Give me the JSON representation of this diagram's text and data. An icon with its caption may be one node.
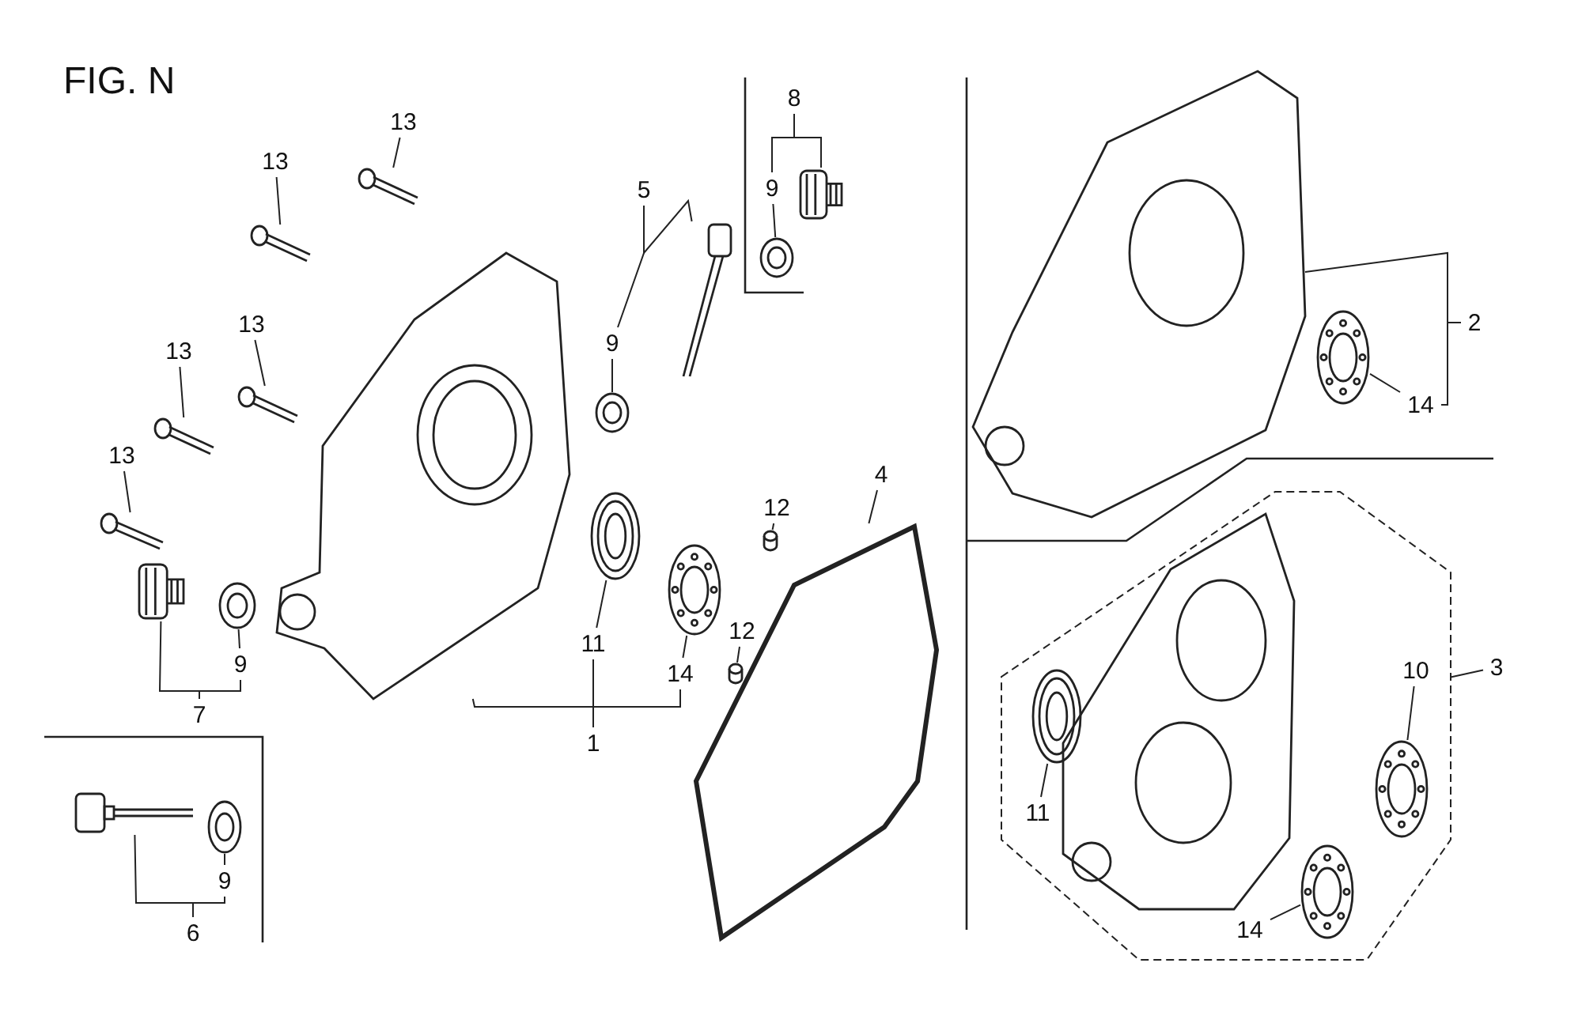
{
  "diagram": {
    "title": "FIG. N",
    "nodes": [
      {
        "text": [
          "13"
        ]
      },
      {
        "text": [],
        "shape": "picture"
      },
      {
        "text": [
          "13"
        ]
      },
      {
        "text": [],
        "shape": "picture"
      },
      {
        "text": [
          "13"
        ]
      },
      {
        "text": [],
        "shape": "picture"
      },
      {
        "text": [
          "13"
        ]
      },
      {
        "text": [],
        "shape": "picture"
      },
      {
        "text": [
          "13"
        ]
      },
      {
        "text": [],
        "shape": "picture"
      },
      {
        "text": [
          "5"
        ]
      },
      {
        "text": [],
        "shape": "picture"
      },
      {
        "text": [
          "9"
        ]
      },
      {
        "text": [],
        "shape": "picture"
      },
      {
        "text": [
          "8"
        ]
      },
      {
        "text": [],
        "shape": "picture"
      },
      {
        "text": [
          "9"
        ]
      },
      {
        "text": [],
        "shape": "picture"
      },
      {
        "text": [
          "7"
        ]
      },
      {
        "text": [],
        "shape": "picture"
      },
      {
        "text": [
          "9"
        ]
      },
      {
        "text": [],
        "shape": "picture"
      },
      {
        "text": [
          "6"
        ]
      },
      {
        "text": [],
        "shape": "picture"
      },
      {
        "text": [
          "9"
        ]
      },
      {
        "text": [],
        "shape": "picture"
      },
      {
        "text": [
          "1"
        ]
      },
      {
        "text": [],
        "shape": "picture"
      },
      {
        "text": [
          "11"
        ]
      },
      {
        "text": [],
        "shape": "picture"
      },
      {
        "text": [
          "14"
        ]
      },
      {
        "text": [],
        "shape": "picture"
      },
      {
        "text": [
          "12"
        ]
      },
      {
        "text": [],
        "shape": "cylinder"
      },
      {
        "text": [
          "12"
        ]
      },
      {
        "text": [],
        "shape": "cylinder"
      },
      {
        "text": [
          "4"
        ]
      },
      {
        "text": [],
        "shape": "picture"
      },
      {
        "text": [
          "2"
        ]
      },
      {
        "text": [],
        "shape": "picture"
      },
      {
        "text": [
          "14"
        ]
      },
      {
        "text": [],
        "shape": "picture"
      },
      {
        "text": [
          "3"
        ]
      },
      {
        "text": [],
        "shape": "hexagon"
      },
      {
        "text": [],
        "shape": "picture",
        "in": 43
      },
      {
        "text": [
          "11"
        ],
        "in": 43
      },
      {
        "text": [],
        "shape": "picture",
        "in": 43
      },
      {
        "text": [
          "10"
        ],
        "in": 43
      },
      {
        "text": [],
        "shape": "picture",
        "in": 43
      },
      {
        "text": [
          "14"
        ],
        "in": 43
      },
      {
        "text": [],
        "shape": "picture",
        "in": 43
      }
    ],
    "edges": [
      {
        "from": 0,
        "to": 1,
        "arrow": "none"
      },
      {
        "from": 2,
        "to": 3,
        "arrow": "none"
      },
      {
        "from": 4,
        "to": 5,
        "arrow": "none"
      },
      {
        "from": 6,
        "to": 7,
        "arrow": "none"
      },
      {
        "from": 8,
        "to": 9,
        "arrow": "none"
      },
      {
        "from": 10,
        "to": 11,
        "arrow": "none"
      },
      {
        "from": 10,
        "to": 12,
        "arrow": "none"
      },
      {
        "from": 12,
        "to": 13,
        "arrow": "none"
      },
      {
        "from": 14,
        "to": 15,
        "arrow": "none"
      },
      {
        "from": 14,
        "to": 16,
        "arrow": "none"
      },
      {
        "from": 16,
        "to": 17,
        "arrow": "none"
      },
      {
        "from": 18,
        "to": 19,
        "arrow": "none"
      },
      {
        "from": 18,
        "to": 20,
        "arrow": "none"
      },
      {
        "from": 20,
        "to": 21,
        "arrow": "none"
      },
      {
        "from": 22,
        "to": 23,
        "arrow": "none"
      },
      {
        "from": 22,
        "to": 24,
        "arrow": "none"
      },
      {
        "from": 24,
        "to": 25,
        "arrow": "none"
      },
      {
        "from": 26,
        "to": 27,
        "arrow": "none"
      },
      {
        "from": 26,
        "to": 28,
        "arrow": "none"
      },
      {
        "from": 26,
        "to": 30,
        "arrow": "none"
      },
      {
        "from": 28,
        "to": 29,
        "arrow": "none"
      },
      {
        "from": 30,
        "to": 31,
        "arrow": "none"
      },
      {
        "from": 32,
        "to": 33,
        "arrow": "none"
      },
      {
        "from": 34,
        "to": 35,
        "arrow": "none"
      },
      {
        "from": 36,
        "to": 37,
        "arrow": "none"
      },
      {
        "from": 38,
        "to": 39,
        "arrow": "none"
      },
      {
        "from": 38,
        "to": 40,
        "arrow": "none"
      },
      {
        "from": 40,
        "to": 41,
        "arrow": "none"
      },
      {
        "from": 42,
        "to": 43,
        "arrow": "none"
      },
      {
        "from": 45,
        "to": 46,
        "arrow": "none"
      },
      {
        "from": 47,
        "to": 48,
        "arrow": "none"
      },
      {
        "from": 49,
        "to": 50,
        "arrow": "none"
      }
    ]
  }
}
